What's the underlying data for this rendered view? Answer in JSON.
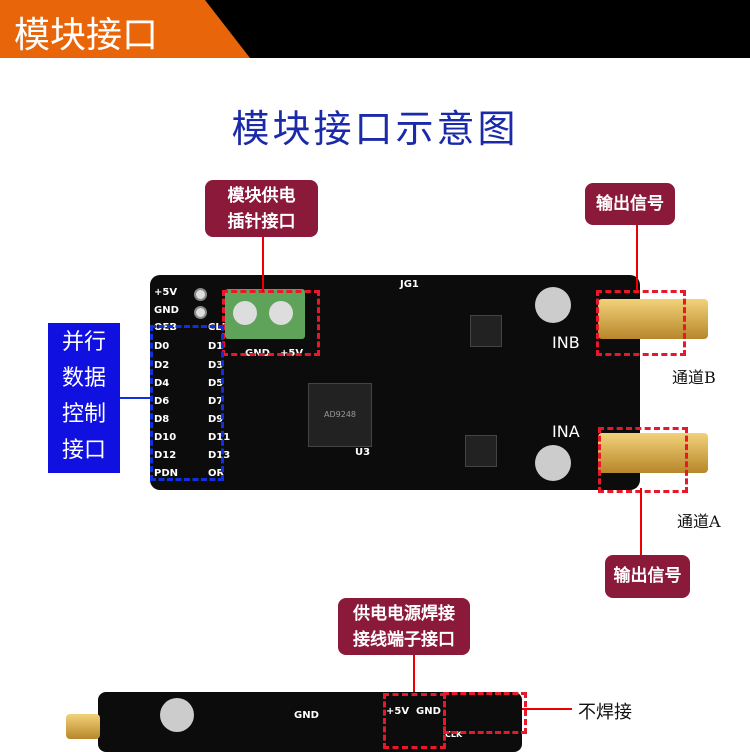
{
  "header": {
    "title": "模块接口"
  },
  "diagram_title": "模块接口示意图",
  "callouts": {
    "power_pin": [
      "模块供电",
      "插针接口"
    ],
    "output_b": "输出信号",
    "output_a": "输出信号",
    "terminal": [
      "供电电源焊接",
      "接线端子接口"
    ],
    "parallel": [
      "并行",
      "数据",
      "控制",
      "接口"
    ]
  },
  "labels": {
    "channel_b": "通道B",
    "channel_a": "通道A",
    "no_solder": "不焊接"
  },
  "board": {
    "left_pins": [
      "+5V",
      "GND",
      "OEB",
      "D0",
      "D2",
      "D4",
      "D6",
      "D8",
      "D10",
      "D12",
      "PDN"
    ],
    "right_pins": [
      "CLK",
      "D1",
      "D3",
      "D5",
      "D7",
      "D9",
      "D11",
      "D13",
      "OR"
    ],
    "terminal_labels": [
      "GND",
      "+5V"
    ],
    "inb": "INB",
    "ina": "INA",
    "chip": "AD9248",
    "jg1": "JG1",
    "u3": "U3"
  },
  "bottom_board": {
    "gnd": "GND",
    "plus5v": "+5V",
    "gnd2": "GND",
    "clk": "CLK"
  }
}
